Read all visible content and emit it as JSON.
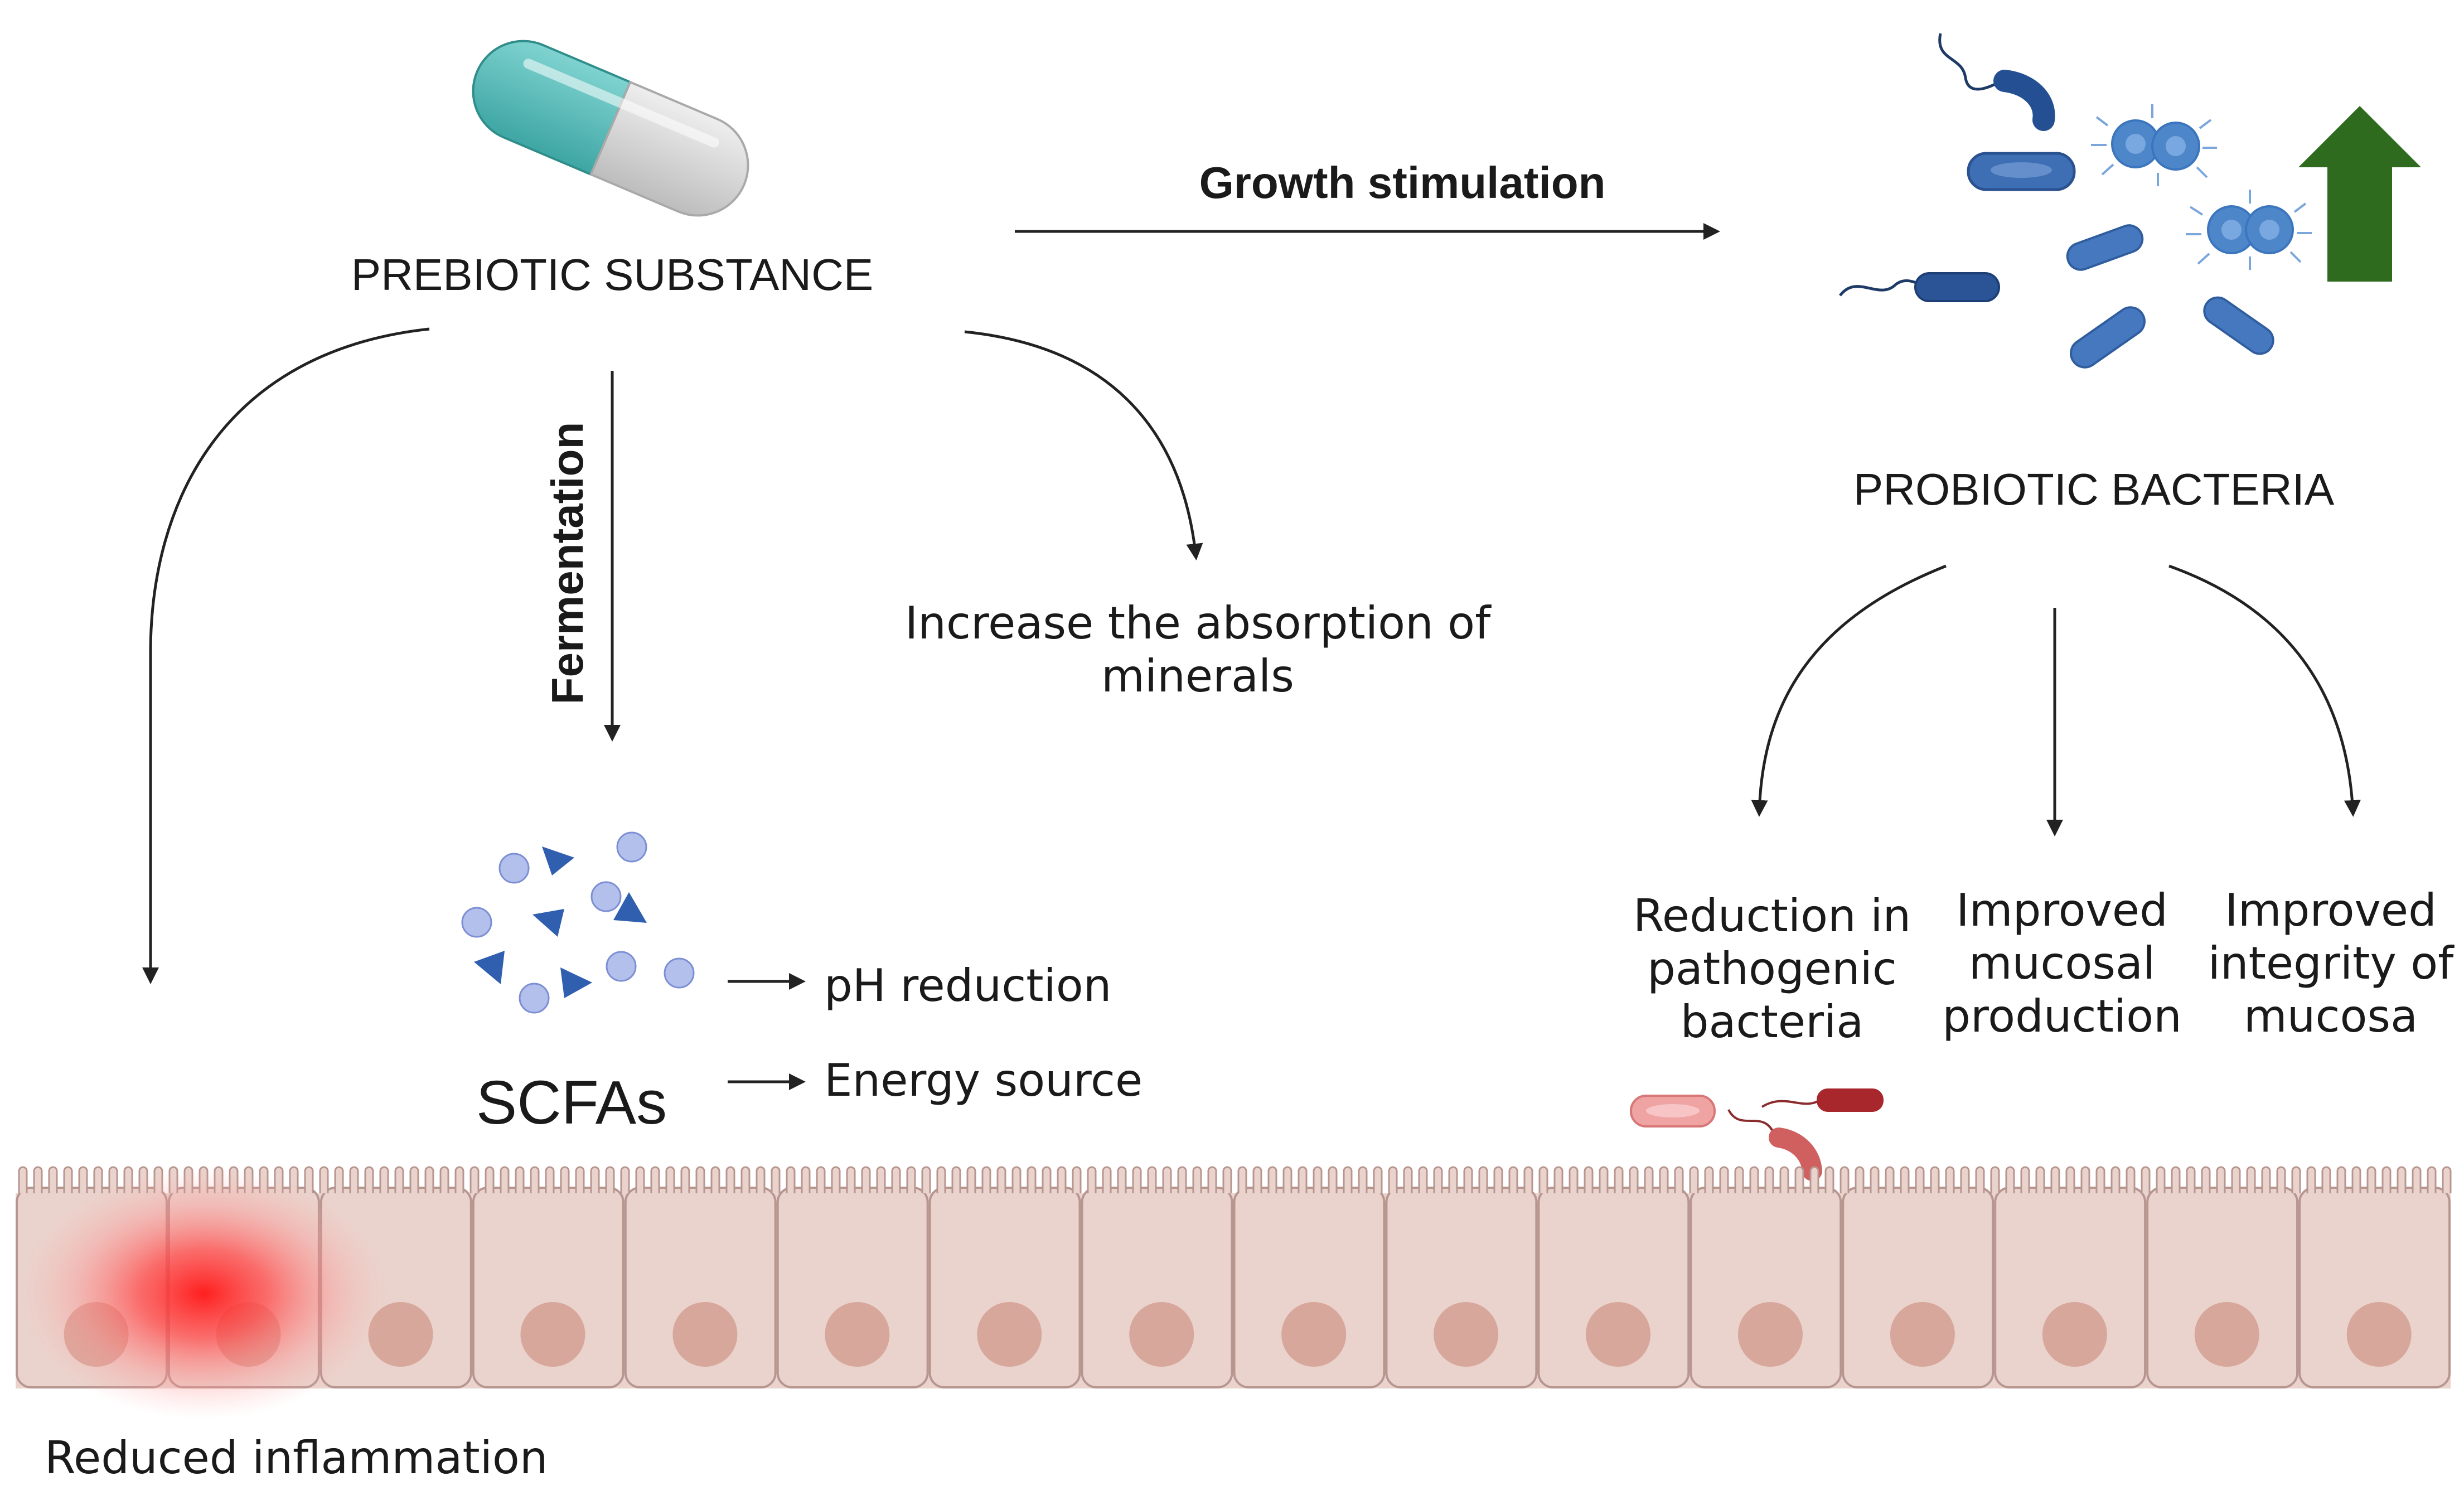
{
  "prebiotic": {
    "label": "PREBIOTIC SUBSTANCE"
  },
  "probiotic": {
    "label": "PROBIOTIC BACTERIA"
  },
  "arrows": {
    "growth_label": "Growth stimulation",
    "fermentation_label": "Fermentation"
  },
  "absorption": {
    "line1": "Increase the absorption of",
    "line2": "minerals"
  },
  "scfa": {
    "label": "SCFAs",
    "effect1": "pH reduction",
    "effect2": "Energy source"
  },
  "inflammation": {
    "label": "Reduced inflammation"
  },
  "outcomes": {
    "pathogen": {
      "line1": "Reduction in",
      "line2": "pathogenic",
      "line3": "bacteria"
    },
    "mucosal": {
      "line1": "Improved",
      "line2": "mucosal",
      "line3": "production"
    },
    "integrity": {
      "line1": "Improved",
      "line2": "integrity of",
      "line3": "mucosa"
    }
  },
  "colors": {
    "capsule_teal": "#4fb8b6",
    "capsule_grey": "#d6d6d6",
    "bacteria_blue": "#2f5f9e",
    "up_arrow_green": "#2e6b1f",
    "pathogen_red": "#a8272c",
    "tissue": "#ead3cc",
    "nucleus": "#d7a79b",
    "inflammation": "#ff2b2b"
  }
}
